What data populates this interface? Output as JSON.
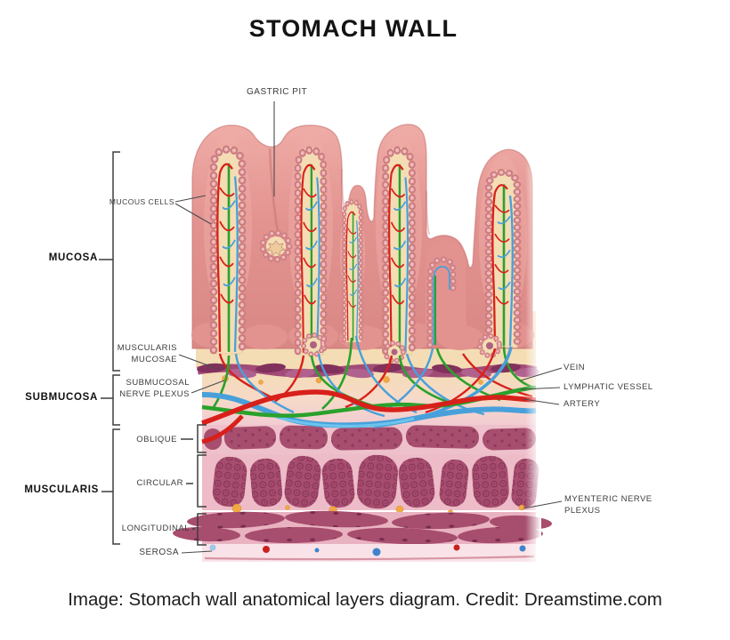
{
  "title": "STOMACH WALL",
  "caption": "Image: Stomach wall anatomical layers diagram. Credit: Dreamstime.com",
  "labels": {
    "gastric_pit": "GASTRIC PIT",
    "mucous_cells": "MUCOUS CELLS",
    "mucosa": "MUCOSA",
    "muscularis_mucosae_l1": "MUSCULARIS",
    "muscularis_mucosae_l2": "MUCOSAE",
    "submucosal_plexus_l1": "SUBMUCOSAL",
    "submucosal_plexus_l2": "NERVE PLEXUS",
    "submucosa": "SUBMUCOSA",
    "oblique": "OBLIQUE",
    "circular": "CIRCULAR",
    "muscularis": "MUSCULARIS",
    "longitudinal": "LONGITUDINAL",
    "serosa": "SEROSA",
    "vein": "VEIN",
    "lymphatic_vessel": "LYMPHATIC VESSEL",
    "artery": "ARTERY",
    "myenteric_l1": "MYENTERIC NERVE",
    "myenteric_l2": "PLEXUS"
  },
  "palette": {
    "ink": "#131313",
    "caption_ink": "#1d1d1d",
    "label": "#3c3c3c",
    "line": "#4a4a4a",
    "bracket": "#3f3f3f",
    "pink_body": "#e2928f",
    "pink_hi": "#efaca6",
    "pink_lo": "#d98885",
    "pink_edge": "#c4706f",
    "cream": "#f4ddb4",
    "cream_edge": "#e7c291",
    "bead_outer": "#cd7e82",
    "bead_inner": "#f2babb",
    "mm_purple": "#9c4273",
    "mm_dark": "#82305c",
    "mm_light": "#b0618e",
    "sub_pink": "#f2ccd3",
    "muscle": "#a74d6e",
    "muscle_dark": "#86345a",
    "muscle_deep": "#772c4e",
    "muscle_bg": "#eec0cb",
    "muscle_bg2": "#edbcc8",
    "long_bg": "#e9b2c0",
    "serosa_bg": "#f9e3e8",
    "serosa_line": "#d795a3",
    "artery": "#d8201a",
    "vein": "#48a0da",
    "vein_light": "#6cc4ee",
    "lymph": "#2aa12c",
    "nerve_orange": "#f2a844",
    "dot_red": "#cc2020",
    "dot_blue": "#3d84cc",
    "dot_blue_light": "#9fc8e8"
  }
}
